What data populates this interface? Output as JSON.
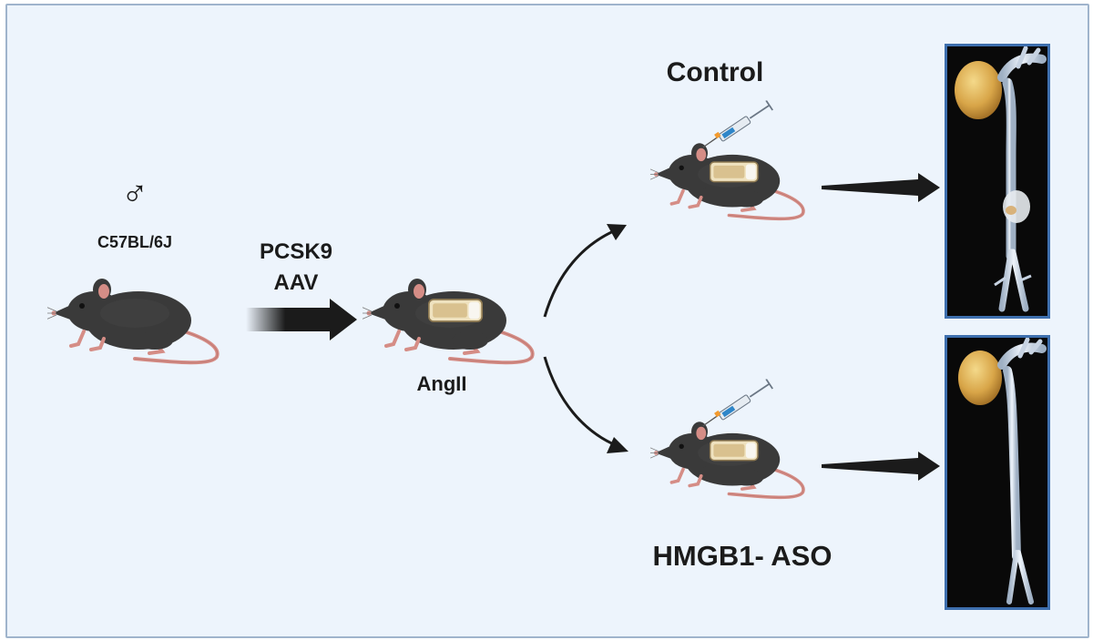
{
  "labels": {
    "sex_symbol": "♂",
    "strain": "C57BL/6J",
    "treatment_line1": "PCSK9",
    "treatment_line2": "AAV",
    "infusion": "AngII",
    "group_control": "Control",
    "group_aso": "HMGB1- ASO"
  },
  "colors": {
    "panel_background": "#edf4fc",
    "panel_border": "#9fb4cc",
    "mouse_body": "#3a3a3a",
    "mouse_ear_tail": "#d58d86",
    "arrow": "#1b1b1b",
    "photo_border": "#3e6fae",
    "syringe_plunger": "#2e86c9",
    "syringe_tip": "#f29a2e"
  },
  "icons": {
    "mouse": "mouse-icon",
    "pump": "osmotic-pump-icon",
    "syringe": "syringe-icon",
    "aorta_photo": "aorta-photo"
  }
}
